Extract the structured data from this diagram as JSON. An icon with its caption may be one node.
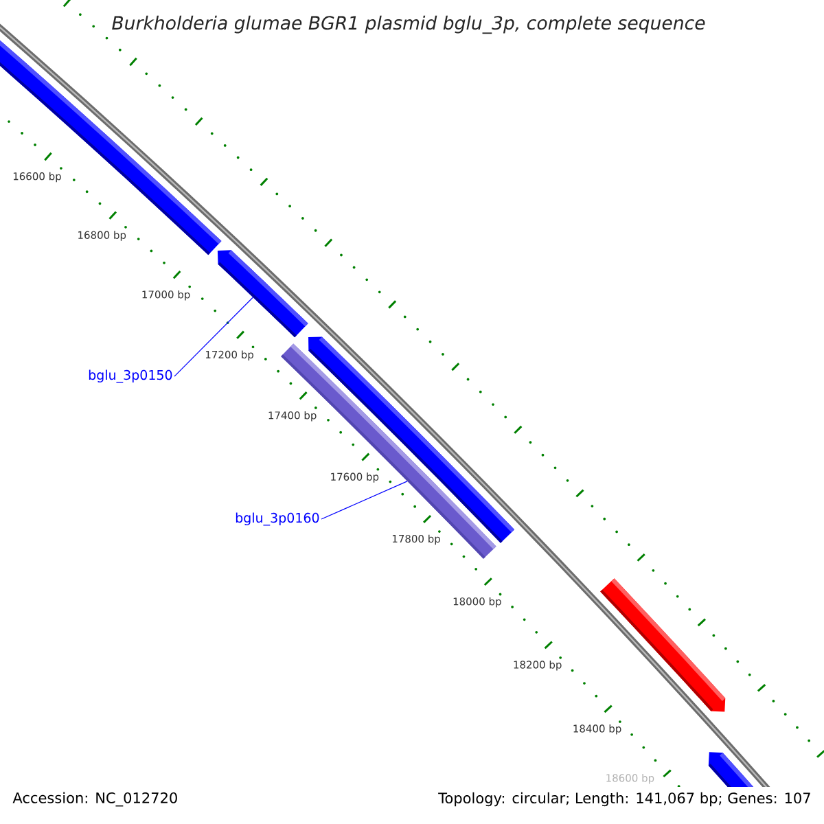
{
  "diagram": {
    "title": "Burkholderia glumae BGR1 plasmid bglu_3p, complete sequence",
    "nodes": [
      {
        "text": [],
        "shape": "bar"
      },
      {
        "text": [],
        "shape": "bar"
      },
      {
        "text": [],
        "shape": "bar"
      },
      {
        "text": [],
        "shape": "bar"
      },
      {
        "text": [],
        "shape": "bar"
      },
      {
        "text": [],
        "shape": "bar"
      },
      {
        "text": [
          "bglu_3p0150"
        ]
      },
      {
        "text": [
          "bglu_3p0160"
        ]
      }
    ],
    "edges": [
      {
        "from": 6,
        "to": 1,
        "arrow": "none"
      },
      {
        "from": 7,
        "to": 3,
        "arrow": "none"
      }
    ],
    "labels": [
      "16600 bp",
      "16800 bp",
      "17000 bp",
      "17200 bp",
      "17400 bp",
      "17600 bp",
      "17800 bp",
      "18000 bp",
      "18200 bp",
      "18400 bp",
      "18600 bp",
      "Accession: NC_012720",
      "Topology: circular; Length: 141,067 bp; Genes: 107"
    ]
  }
}
